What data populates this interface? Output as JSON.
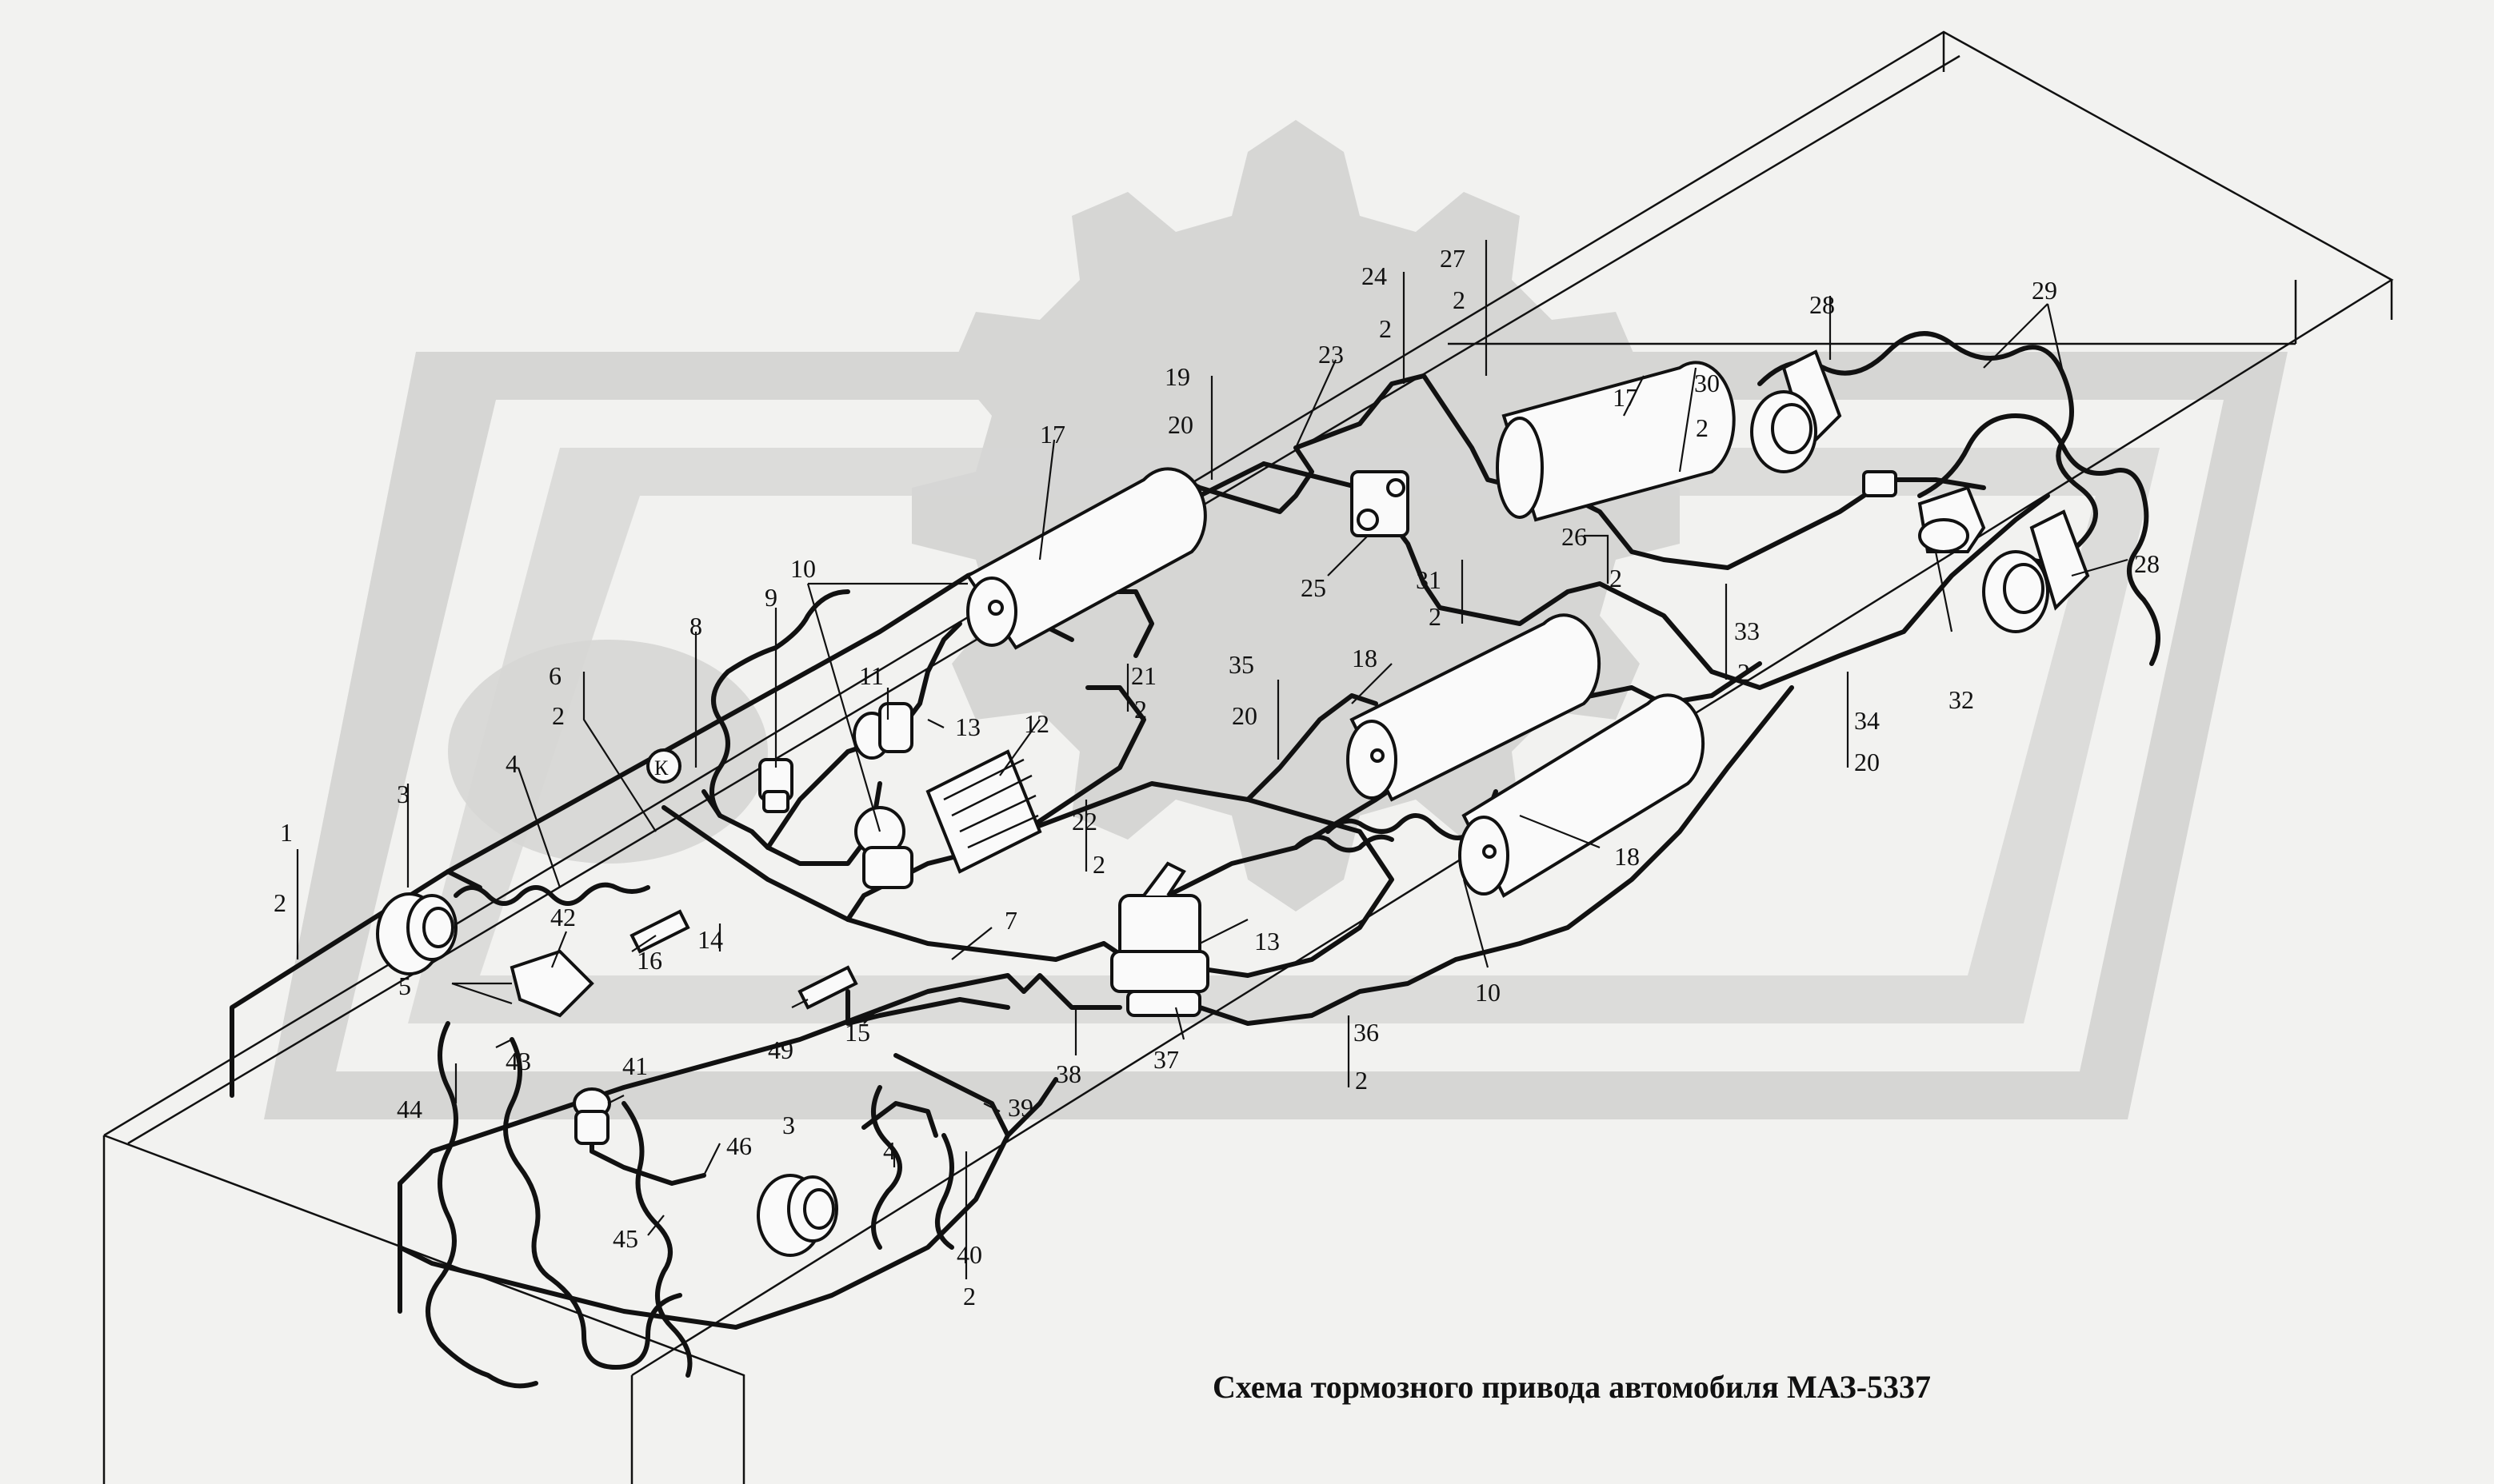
{
  "caption": "Схема тормозного привода автомобиля МАЗ-5337",
  "watermark_text": "К",
  "labels": [
    {
      "id": "l1",
      "t": "1"
    },
    {
      "id": "l2a",
      "t": "2"
    },
    {
      "id": "l3a",
      "t": "3"
    },
    {
      "id": "l4a",
      "t": "4"
    },
    {
      "id": "l5",
      "t": "5"
    },
    {
      "id": "l6",
      "t": "6"
    },
    {
      "id": "l2b",
      "t": "2"
    },
    {
      "id": "l8",
      "t": "8"
    },
    {
      "id": "l9",
      "t": "9"
    },
    {
      "id": "l10a",
      "t": "10"
    },
    {
      "id": "l11",
      "t": "11"
    },
    {
      "id": "l13a",
      "t": "13"
    },
    {
      "id": "l12",
      "t": "12"
    },
    {
      "id": "l17a",
      "t": "17"
    },
    {
      "id": "l19",
      "t": "19"
    },
    {
      "id": "l20a",
      "t": "20"
    },
    {
      "id": "l23",
      "t": "23"
    },
    {
      "id": "l24",
      "t": "24"
    },
    {
      "id": "l2c",
      "t": "2"
    },
    {
      "id": "l27",
      "t": "27"
    },
    {
      "id": "l2d",
      "t": "2"
    },
    {
      "id": "l17b",
      "t": "17"
    },
    {
      "id": "l30",
      "t": "30"
    },
    {
      "id": "l2e",
      "t": "2"
    },
    {
      "id": "l28a",
      "t": "28"
    },
    {
      "id": "l29",
      "t": "29"
    },
    {
      "id": "l28b",
      "t": "28"
    },
    {
      "id": "l25",
      "t": "25"
    },
    {
      "id": "l26",
      "t": "26"
    },
    {
      "id": "l2f",
      "t": "2"
    },
    {
      "id": "l31",
      "t": "31"
    },
    {
      "id": "l2g",
      "t": "2"
    },
    {
      "id": "l33",
      "t": "33"
    },
    {
      "id": "l2h",
      "t": "2"
    },
    {
      "id": "l32",
      "t": "32"
    },
    {
      "id": "l34",
      "t": "34"
    },
    {
      "id": "l20b",
      "t": "20"
    },
    {
      "id": "l21",
      "t": "21"
    },
    {
      "id": "l2i",
      "t": "2"
    },
    {
      "id": "l35",
      "t": "35"
    },
    {
      "id": "l20c",
      "t": "20"
    },
    {
      "id": "l18a",
      "t": "18"
    },
    {
      "id": "l18b",
      "t": "18"
    },
    {
      "id": "l22",
      "t": "22"
    },
    {
      "id": "l2j",
      "t": "2"
    },
    {
      "id": "l7",
      "t": "7"
    },
    {
      "id": "l13b",
      "t": "13"
    },
    {
      "id": "l10b",
      "t": "10"
    },
    {
      "id": "l16",
      "t": "16"
    },
    {
      "id": "l14",
      "t": "14"
    },
    {
      "id": "l42",
      "t": "42"
    },
    {
      "id": "l49",
      "t": "49"
    },
    {
      "id": "l15",
      "t": "15"
    },
    {
      "id": "l37",
      "t": "37"
    },
    {
      "id": "l38",
      "t": "38"
    },
    {
      "id": "l36",
      "t": "36"
    },
    {
      "id": "l2k",
      "t": "2"
    },
    {
      "id": "l43",
      "t": "43"
    },
    {
      "id": "l44",
      "t": "44"
    },
    {
      "id": "l41",
      "t": "41"
    },
    {
      "id": "l46",
      "t": "46"
    },
    {
      "id": "l3b",
      "t": "3"
    },
    {
      "id": "l4b",
      "t": "4"
    },
    {
      "id": "l39",
      "t": "39"
    },
    {
      "id": "l45",
      "t": "45"
    },
    {
      "id": "l40",
      "t": "40"
    },
    {
      "id": "l2l",
      "t": "2"
    }
  ]
}
